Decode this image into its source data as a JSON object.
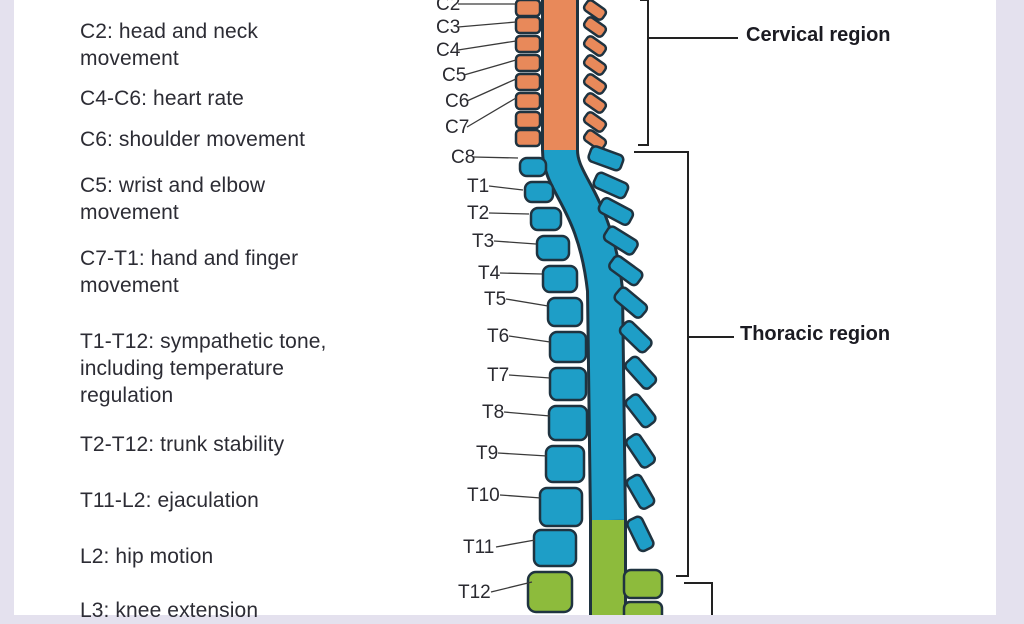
{
  "functions": [
    {
      "text": "C2: head and neck\nmovement"
    },
    {
      "text": "C4-C6: heart rate"
    },
    {
      "text": "C6: shoulder movement"
    },
    {
      "text": "C5: wrist and elbow\nmovement"
    },
    {
      "text": "C7-T1: hand and finger\nmovement"
    },
    {
      "text": "T1-T12: sympathetic tone,\nincluding temperature\nregulation"
    },
    {
      "text": "T2-T12: trunk stability"
    },
    {
      "text": "T11-L2: ejaculation"
    },
    {
      "text": "L2: hip motion"
    },
    {
      "text": "L3: knee extension"
    }
  ],
  "regions": {
    "cervical": "Cervical region",
    "thoracic": "Thoracic region"
  },
  "vertebrae": [
    "C2",
    "C3",
    "C4",
    "C5",
    "C6",
    "C7",
    "C8",
    "T1",
    "T2",
    "T3",
    "T4",
    "T5",
    "T6",
    "T7",
    "T8",
    "T9",
    "T10",
    "T11",
    "T12"
  ],
  "colors": {
    "cervical": "#e8895a",
    "thoracic": "#1e9ec7",
    "lumbar": "#8dbb3c",
    "outline": "#1f3340"
  }
}
